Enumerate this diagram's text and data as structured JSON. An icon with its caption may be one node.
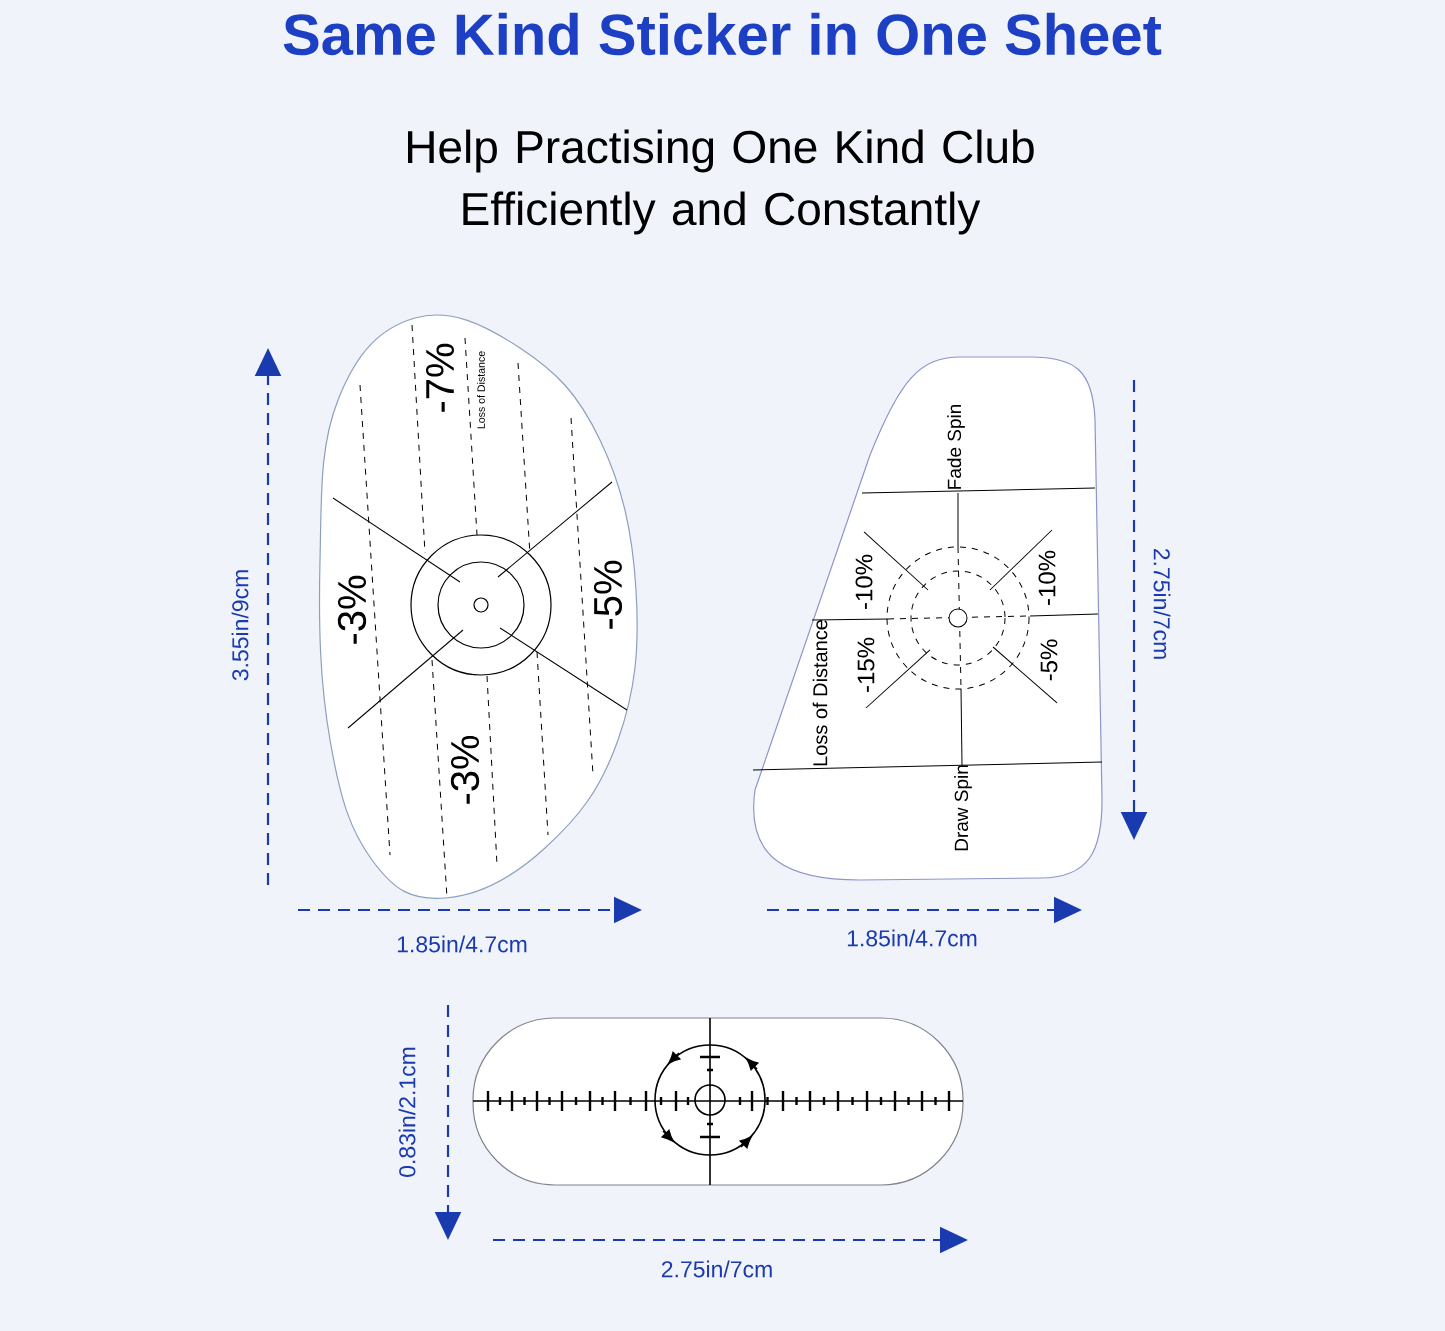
{
  "diagram": {
    "title": "Same Kind Sticker in One Sheet",
    "caption": "Help Practising One Kind Club Efficiently and Constantly",
    "nodes": [
      {
        "text": [
          "-7%",
          "Loss of Distance",
          "-3%",
          "-5%",
          "-3%"
        ]
      },
      {
        "text": [
          "Fade Spin",
          "-10%",
          "-10%",
          "Loss of Distance",
          "-15%",
          "-5%",
          "Draw Spin"
        ]
      },
      {
        "text": [],
        "shape": "box"
      }
    ],
    "labels": [
      "3.55in/9cm",
      "1.85in/4.7cm",
      "2.75in/7cm",
      "1.85in/4.7cm",
      "0.83in/2.1cm",
      "2.75in/7cm"
    ]
  }
}
